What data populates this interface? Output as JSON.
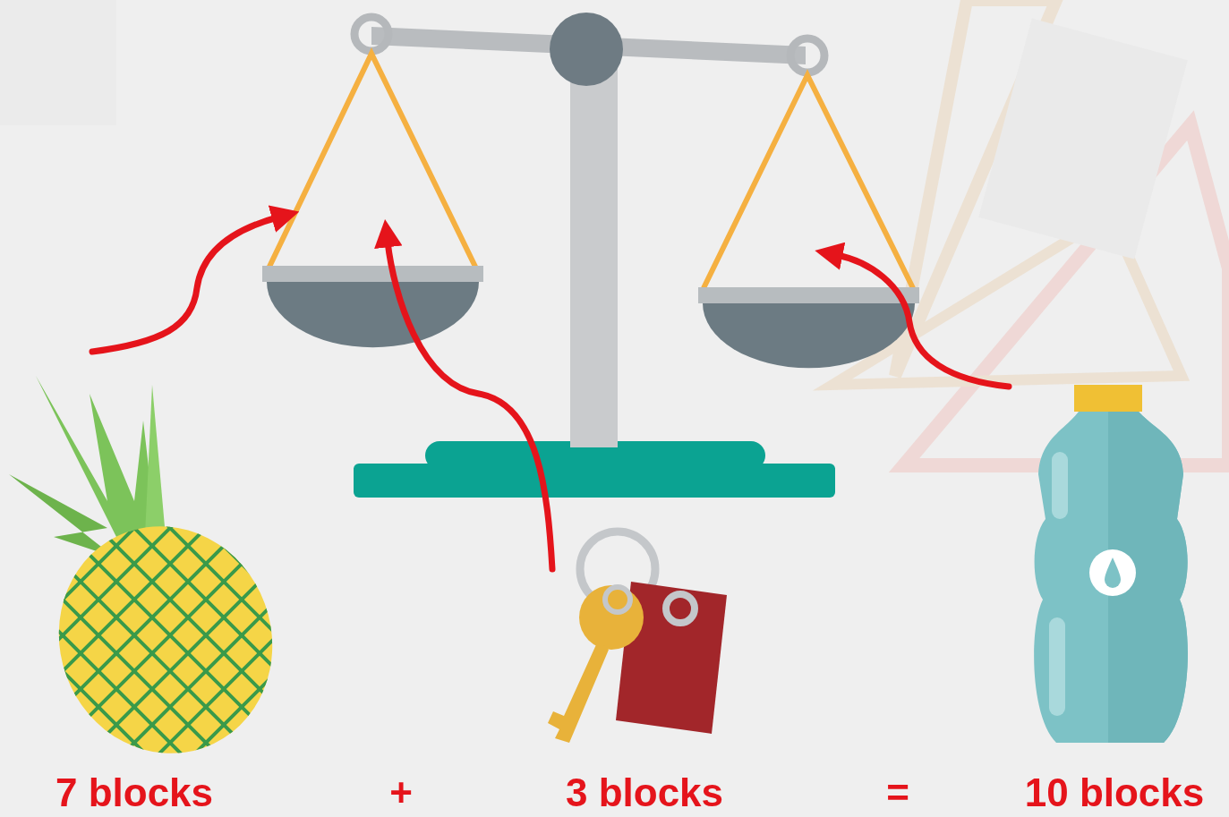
{
  "diagram": {
    "labels": [
      "7 blocks",
      "+",
      "3 blocks",
      "=",
      "10 blocks"
    ]
  }
}
